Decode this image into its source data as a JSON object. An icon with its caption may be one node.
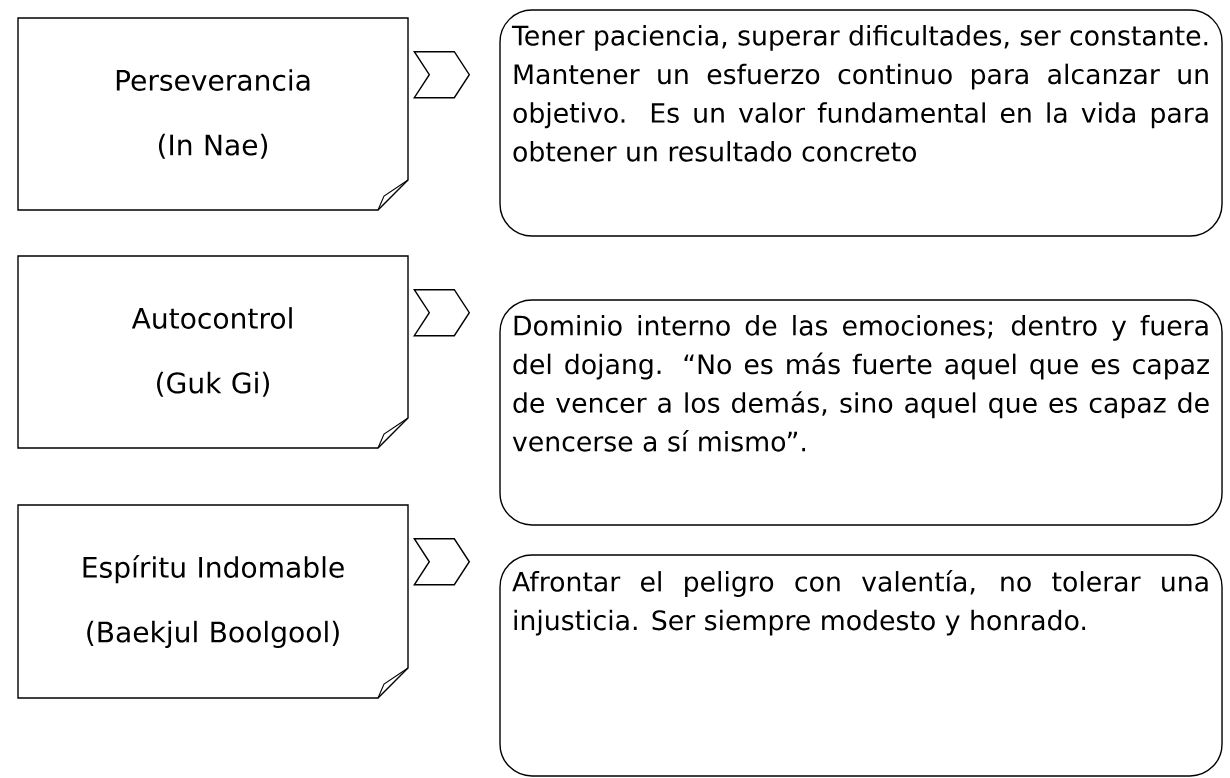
{
  "diagram": {
    "nodes": [
      {
        "text": [
          "Perseverancia",
          "(In Nae)"
        ]
      },
      {
        "text": [
          "Tener paciencia, superar dificultades, ser constante. Mantener un esfuerzo continuo para alcanzar un objetivo. Es un valor fundamental en la vida para obtener un resultado concreto"
        ]
      },
      {
        "text": [
          "Autocontrol",
          "(Guk Gi)"
        ]
      },
      {
        "text": [
          "Dominio interno de las emociones; dentro y fuera del dojang. “No es más fuerte aquel que es capaz de vencer a los demás, sino aquel que es capaz de vencerse a sí mismo”."
        ]
      },
      {
        "text": [
          "Espíritu Indomable",
          "(Baekjul Boolgool)"
        ]
      },
      {
        "text": [
          "Afrontar el peligro con valentía, no tolerar una injusticia. Ser siempre modesto y honrado."
        ]
      }
    ],
    "edges": [
      {
        "from": 0,
        "to": 1,
        "arrow": "to"
      },
      {
        "from": 2,
        "to": 3,
        "arrow": "to"
      },
      {
        "from": 4,
        "to": 5,
        "arrow": "to"
      }
    ]
  }
}
